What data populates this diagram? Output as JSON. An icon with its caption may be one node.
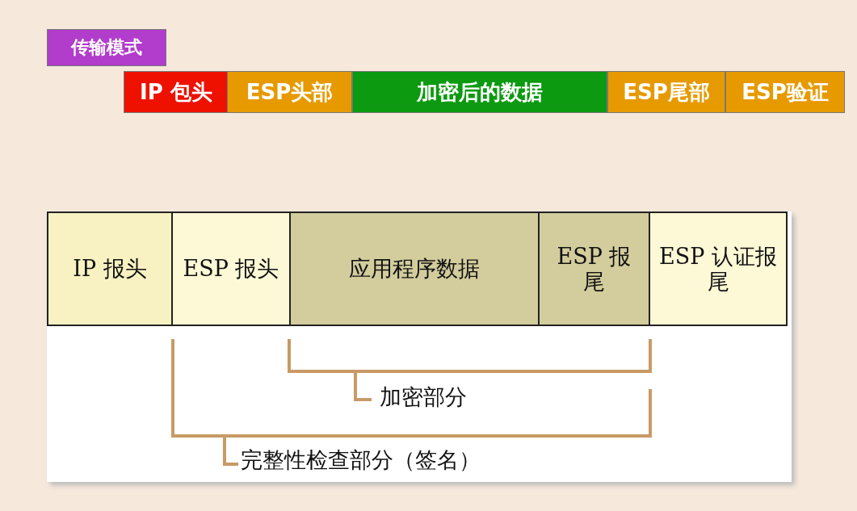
{
  "diagram": {
    "nodes": [
      {
        "text": [
          "传输模式"
        ]
      },
      {
        "text": [
          "IP 包头"
        ]
      },
      {
        "text": [
          "ESP头部"
        ]
      },
      {
        "text": [
          "加密后的数据"
        ]
      },
      {
        "text": [
          "ESP尾部"
        ]
      },
      {
        "text": [
          "ESP验证"
        ]
      },
      {
        "text": [
          "IP 报头"
        ]
      },
      {
        "text": [
          "ESP 报头"
        ]
      },
      {
        "text": [
          "应用程序数据"
        ]
      },
      {
        "text": [
          "ESP 报尾"
        ]
      },
      {
        "text": [
          "ESP 认证报尾"
        ]
      }
    ],
    "labels": [
      "加密部分",
      "完整性检查部分（签名）"
    ]
  }
}
